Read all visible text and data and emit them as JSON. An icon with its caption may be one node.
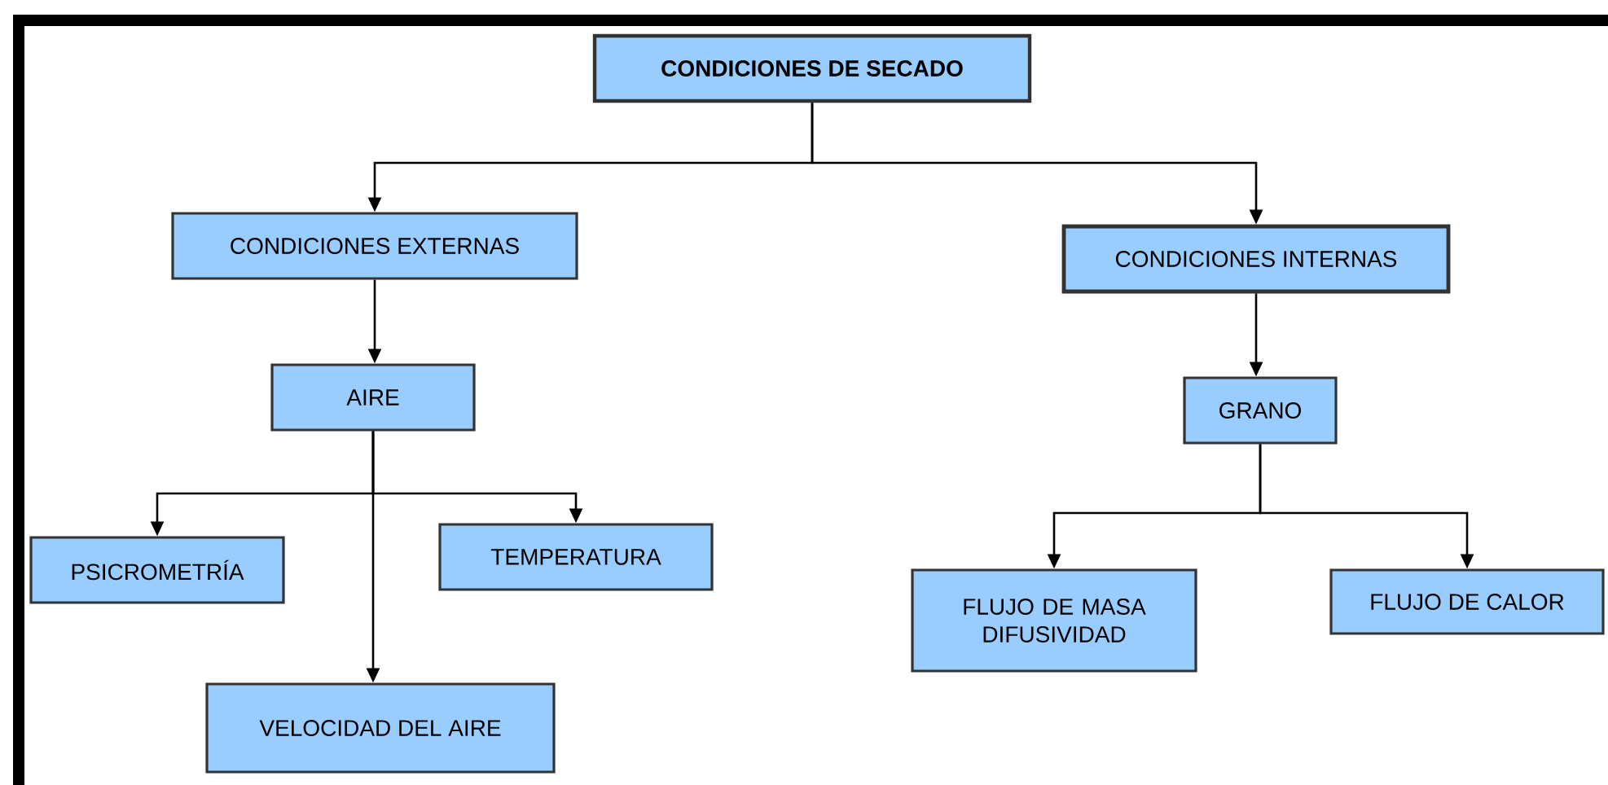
{
  "diagram": {
    "nodes": [
      {
        "text": [
          "CONDICIONES DE SECADO"
        ]
      },
      {
        "text": [
          "CONDICIONES EXTERNAS"
        ]
      },
      {
        "text": [
          "CONDICIONES INTERNAS"
        ]
      },
      {
        "text": [
          "AIRE"
        ]
      },
      {
        "text": [
          "GRANO"
        ]
      },
      {
        "text": [
          "PSICROMETRÍA"
        ]
      },
      {
        "text": [
          "TEMPERATURA"
        ]
      },
      {
        "text": [
          "VELOCIDAD DEL AIRE"
        ]
      },
      {
        "text": [
          "FLUJO DE MASA DIFUSIVIDAD"
        ]
      },
      {
        "text": [
          "FLUJO DE CALOR"
        ]
      }
    ],
    "edges": [
      {
        "from": 0,
        "to": 1,
        "arrow": "to"
      },
      {
        "from": 0,
        "to": 2,
        "arrow": "to"
      },
      {
        "from": 1,
        "to": 3,
        "arrow": "to"
      },
      {
        "from": 3,
        "to": 5,
        "arrow": "to"
      },
      {
        "from": 3,
        "to": 6,
        "arrow": "to"
      },
      {
        "from": 3,
        "to": 7,
        "arrow": "to"
      },
      {
        "from": 2,
        "to": 4,
        "arrow": "to"
      },
      {
        "from": 4,
        "to": 8,
        "arrow": "to"
      },
      {
        "from": 4,
        "to": 9,
        "arrow": "to"
      }
    ]
  }
}
